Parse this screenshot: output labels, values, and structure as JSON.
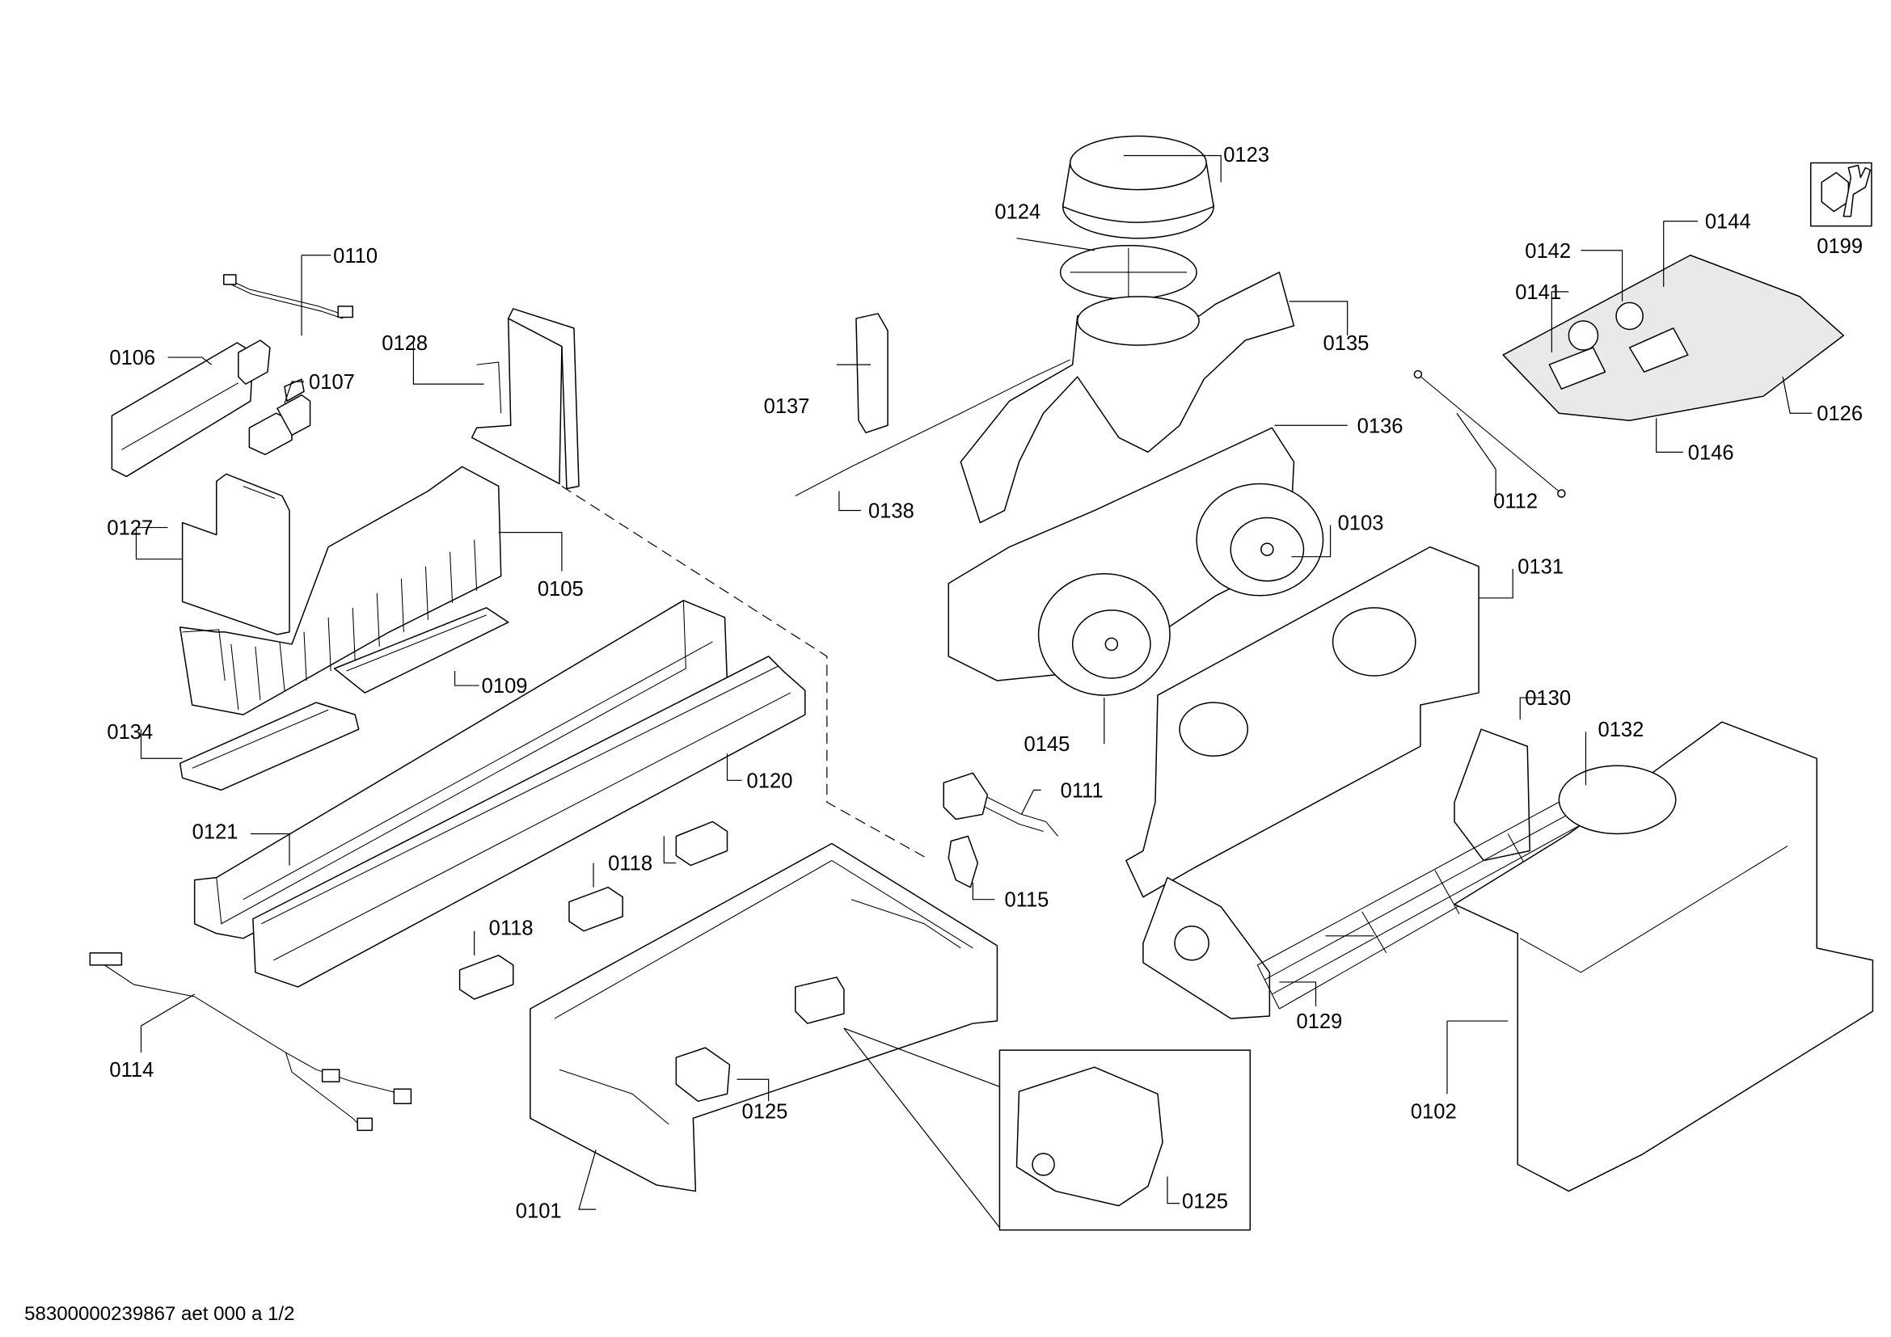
{
  "document_id": "58300000239867 aet 000 a 1/2",
  "service_kit_icon": "wrench-nut-icon",
  "labels": {
    "p0101": "0101",
    "p0102": "0102",
    "p0103": "0103",
    "p0105": "0105",
    "p0106": "0106",
    "p0107": "0107",
    "p0109": "0109",
    "p0110": "0110",
    "p0111": "0111",
    "p0112": "0112",
    "p0114": "0114",
    "p0115": "0115",
    "p0118a": "0118",
    "p0118b": "0118",
    "p0120": "0120",
    "p0121": "0121",
    "p0123": "0123",
    "p0124": "0124",
    "p0125a": "0125",
    "p0125b": "0125",
    "p0126": "0126",
    "p0127": "0127",
    "p0128": "0128",
    "p0129": "0129",
    "p0130": "0130",
    "p0131": "0131",
    "p0132": "0132",
    "p0134": "0134",
    "p0135": "0135",
    "p0136": "0136",
    "p0137": "0137",
    "p0138": "0138",
    "p0141": "0141",
    "p0142": "0142",
    "p0144": "0144",
    "p0145": "0145",
    "p0146": "0146",
    "p0199": "0199"
  }
}
